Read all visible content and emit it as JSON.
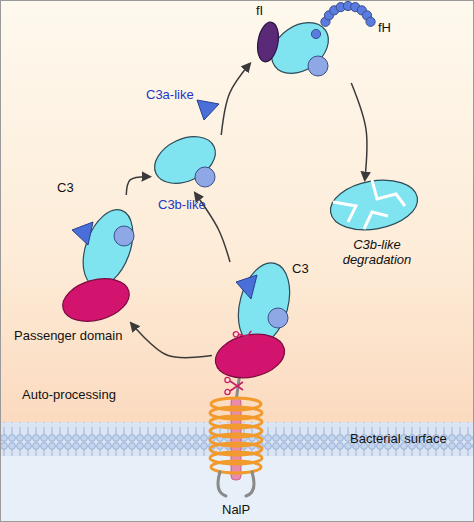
{
  "diagram": {
    "nodes": [
      {
        "text": [
          "fI",
          "fH"
        ]
      },
      {
        "text": [
          "C3b-like"
        ]
      },
      {
        "text": [
          "C3b-like degradation"
        ]
      },
      {
        "text": [
          "C3",
          "Passenger domain"
        ]
      },
      {
        "text": [
          "C3"
        ]
      }
    ],
    "edges": [
      {
        "from": 4,
        "to": 3,
        "arrow": "to"
      },
      {
        "from": 3,
        "to": 1,
        "arrow": "to"
      },
      {
        "from": 4,
        "to": 1,
        "arrow": "to"
      },
      {
        "from": 1,
        "to": 0,
        "arrow": "to"
      },
      {
        "from": 0,
        "to": 2,
        "arrow": "to"
      }
    ],
    "labels": [
      "C3a-like",
      "Auto-processing",
      "Bacterial surface",
      "NalP"
    ]
  }
}
